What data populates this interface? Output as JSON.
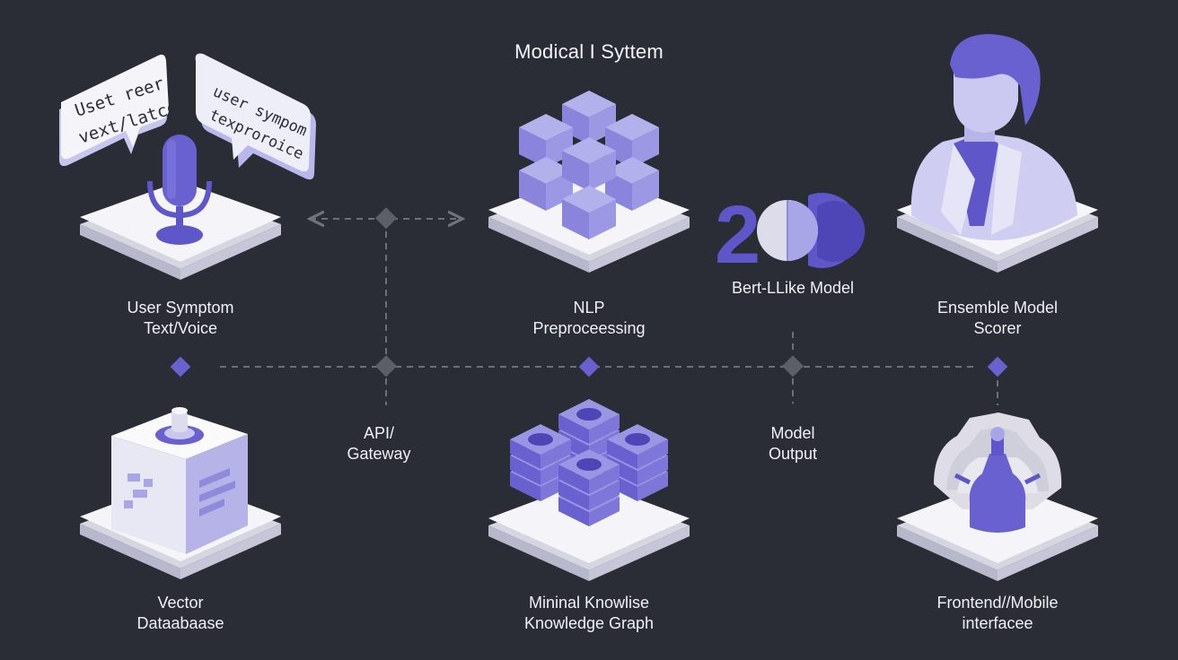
{
  "title": "Modical I Syttem",
  "colors": {
    "background": "#2a2d36",
    "accent": "#5f57c9",
    "accent_light": "#a9a6e8",
    "tile": "#f3f3f8",
    "connector": "#70727c"
  },
  "nodes": {
    "user_input": {
      "label_line1": "User Symptom",
      "label_line2": "Text/Voice",
      "bubble_left_line1": "Uset reer",
      "bubble_left_line2": "vext/latce",
      "bubble_right_line1": "user sympom",
      "bubble_right_line2": "texproroice",
      "icon": "microphone-icon"
    },
    "nlp": {
      "label_line1": "NLP",
      "label_line2": "Preproceessing",
      "icon": "cube-cluster-icon"
    },
    "bert": {
      "label": "Bert-LLike Model",
      "badge_text": "2",
      "icon": "bert-model-icon"
    },
    "ensemble": {
      "label_line1": "Ensemble Model",
      "label_line2": "Scorer",
      "icon": "doctor-icon"
    },
    "api": {
      "label_line1": "API/",
      "label_line2": "Gateway"
    },
    "model_output": {
      "label_line1": "Model",
      "label_line2": "Output"
    },
    "vector_db": {
      "label_line1": "Vector",
      "label_line2": "Dataabaase",
      "icon": "database-cube-icon"
    },
    "knowledge_graph": {
      "label_line1": "Mininal Knowlise",
      "label_line2": "Knowledge Graph",
      "icon": "stacked-blocks-icon"
    },
    "frontend": {
      "label_line1": "Frontend//Mobile",
      "label_line2": "interfacee",
      "icon": "interface-figure-icon"
    }
  }
}
